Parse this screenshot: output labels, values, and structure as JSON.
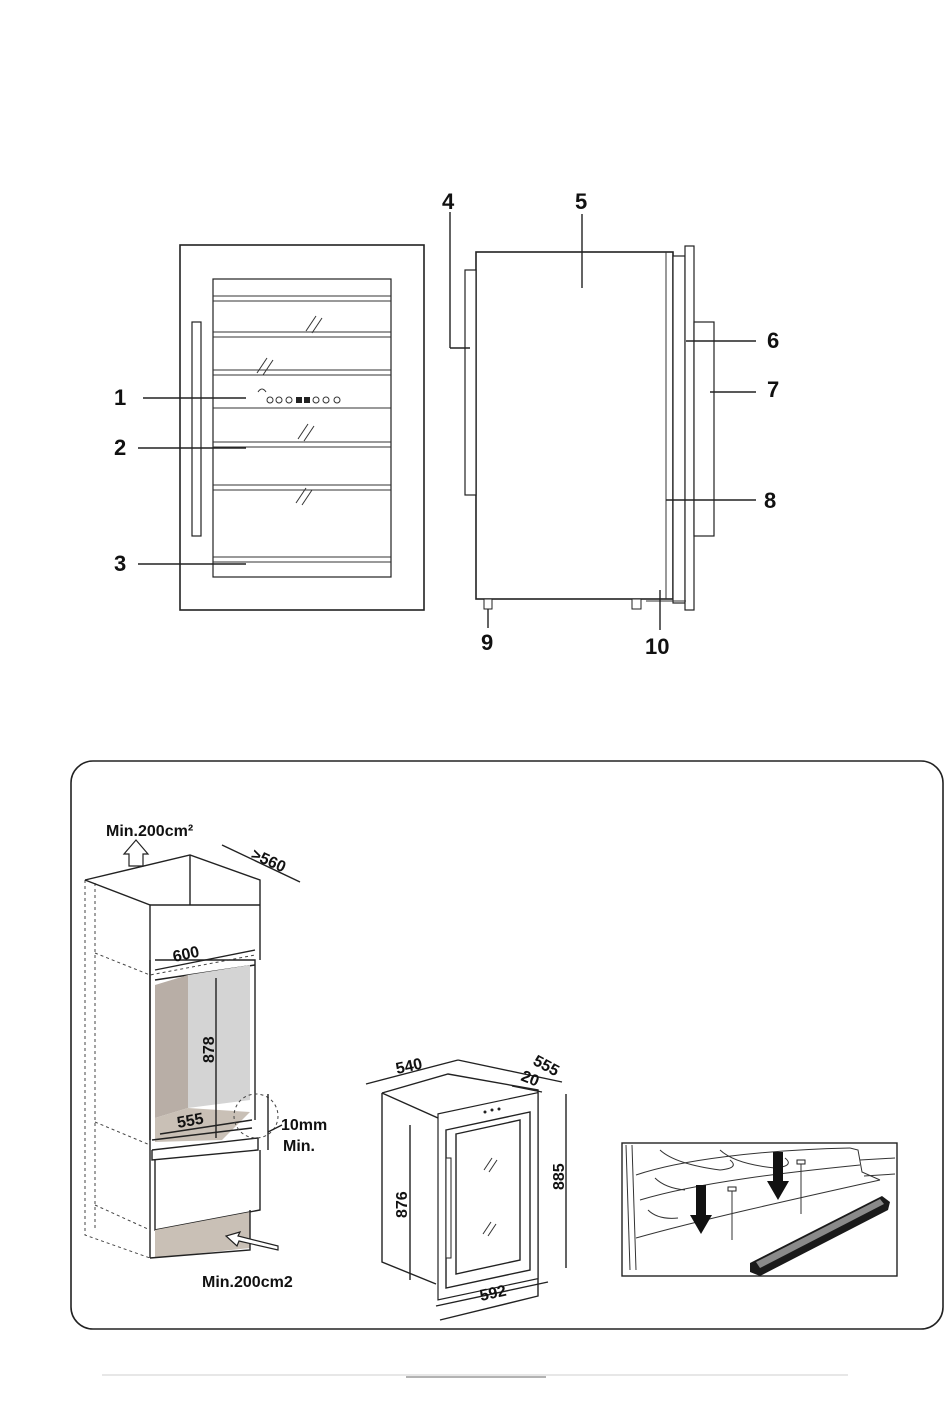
{
  "product_views": {
    "callouts": [
      "1",
      "2",
      "3",
      "4",
      "5",
      "6",
      "7",
      "8",
      "9",
      "10"
    ]
  },
  "installation": {
    "niche": {
      "vent_top_label": "Min.200cm²",
      "depth_label": ">560",
      "width_label": "600",
      "height_label": "878",
      "inner_depth_label": "555",
      "gap_label": "10mm",
      "gap_label_2": "Min.",
      "vent_bottom_label": "Min.200cm2"
    },
    "appliance": {
      "width_label": "540",
      "depth_label": "555",
      "door_offset_label": "20",
      "body_height_label": "876",
      "total_height_label": "885",
      "door_width_label": "592"
    }
  }
}
